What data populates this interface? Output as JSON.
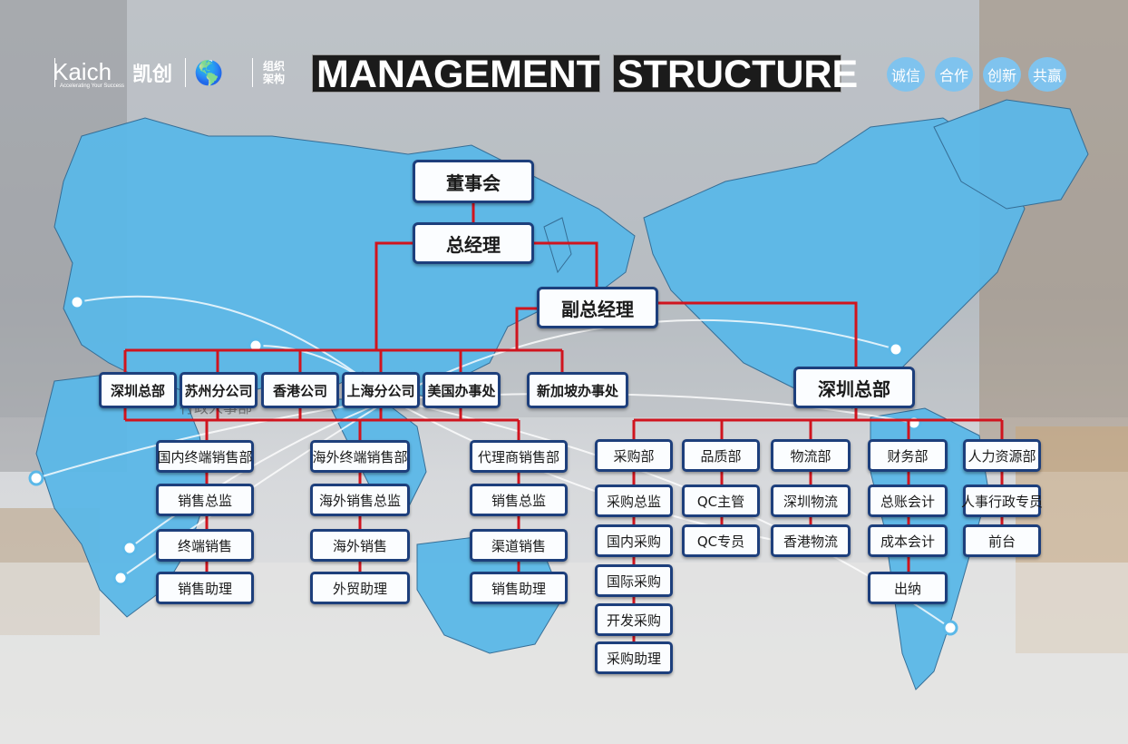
{
  "brand": {
    "logo_text": "Kaich",
    "logo_cn": "凯创",
    "tagline": "Accelerating Your Success",
    "org_label_line1": "组织",
    "org_label_line2": "架构"
  },
  "title": {
    "word1": "MANAGEMENT",
    "word2": "STRUCTURE"
  },
  "values": [
    "诚信",
    "合作",
    "创新",
    "共赢"
  ],
  "chart_top": {
    "board": "董事会",
    "gm": "总经理",
    "vgm": "副总经理"
  },
  "branches": [
    "深圳总部",
    "苏州分公司",
    "香港公司",
    "上海分公司",
    "美国办事处",
    "新加坡办事处"
  ],
  "hq_right": "深圳总部",
  "background_text": "行政人事部",
  "sales_columns": [
    {
      "head": "国内终端销售部",
      "items": [
        "销售总监",
        "终端销售",
        "销售助理"
      ]
    },
    {
      "head": "海外终端销售部",
      "items": [
        "海外销售总监",
        "海外销售",
        "外贸助理"
      ]
    },
    {
      "head": "代理商销售部",
      "items": [
        "销售总监",
        "渠道销售",
        "销售助理"
      ]
    }
  ],
  "hq_columns": [
    {
      "head": "采购部",
      "items": [
        "采购总监",
        "国内采购",
        "国际采购",
        "开发采购",
        "采购助理"
      ]
    },
    {
      "head": "品质部",
      "items": [
        "QC主管",
        "QC专员"
      ]
    },
    {
      "head": "物流部",
      "items": [
        "深圳物流",
        "香港物流"
      ]
    },
    {
      "head": "财务部",
      "items": [
        "总账会计",
        "成本会计",
        "出纳"
      ]
    },
    {
      "head": "人力资源部",
      "items": [
        "人事行政专员",
        "前台"
      ]
    }
  ],
  "colors": {
    "node_border": "#1d3f7c",
    "connector": "#d0141e",
    "map": "#5bb8e8",
    "badge": "#7fc3ee"
  }
}
